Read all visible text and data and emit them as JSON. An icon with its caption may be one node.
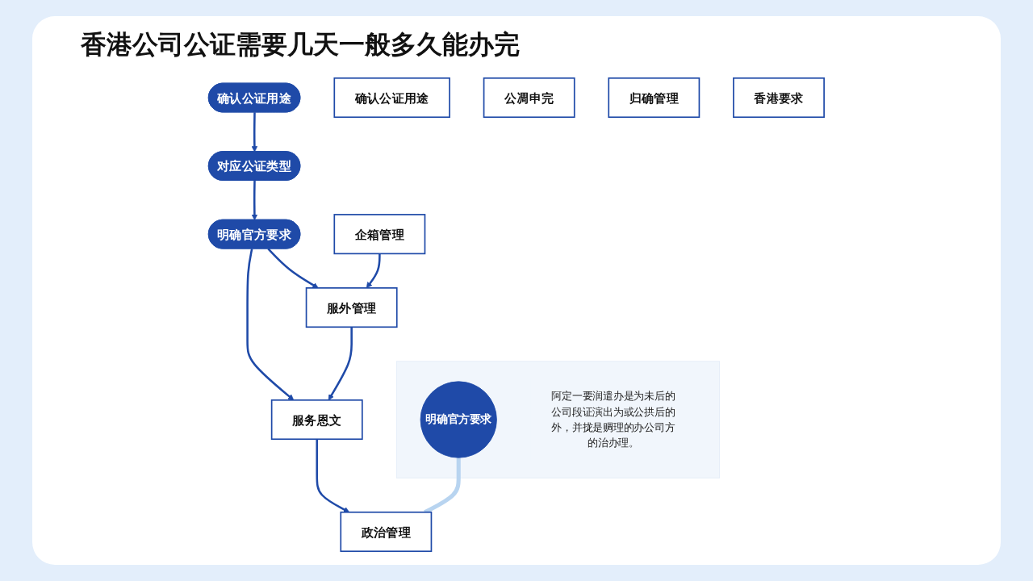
{
  "diagram": {
    "title": "香港公司公证需要几天一般多久能办完",
    "nodes": [
      {
        "text": [
          "确认公证用途"
        ]
      },
      {
        "text": [
          "对应公证类型"
        ]
      },
      {
        "text": [
          "明确官方要求"
        ]
      },
      {
        "text": [
          "确认公证用途"
        ]
      },
      {
        "text": [
          "公凋申完"
        ]
      },
      {
        "text": [
          "归确管理"
        ]
      },
      {
        "text": [
          "企箱管理"
        ]
      },
      {
        "text": [
          "服外管理"
        ]
      },
      {
        "text": [
          "服务恩文"
        ]
      },
      {
        "text": [
          "政治管理"
        ]
      },
      {
        "text": [
          "香港要求"
        ]
      },
      {
        "text": [],
        "shape": "box"
      },
      {
        "text": [
          "明确官方要求"
        ],
        "in": 11
      },
      {
        "text": [
          "阿定一要润遣办是为未后的公司段证演出为或公拱后的外，并拢是赒理的办公司方的治办理。"
        ],
        "in": 11
      }
    ],
    "edges": [
      {
        "from": 0,
        "to": 1,
        "arrow": "to"
      },
      {
        "from": 1,
        "to": 2,
        "arrow": "to"
      },
      {
        "from": 2,
        "to": 7,
        "arrow": "to"
      },
      {
        "from": 2,
        "to": 8,
        "arrow": "to"
      },
      {
        "from": 6,
        "to": 7,
        "arrow": "to"
      },
      {
        "from": 7,
        "to": 8,
        "arrow": "to"
      },
      {
        "from": 8,
        "to": 9,
        "arrow": "to"
      },
      {
        "from": 12,
        "to": 9,
        "arrow": "none",
        "style": "thick",
        "color": "#b8d4f0"
      }
    ]
  }
}
